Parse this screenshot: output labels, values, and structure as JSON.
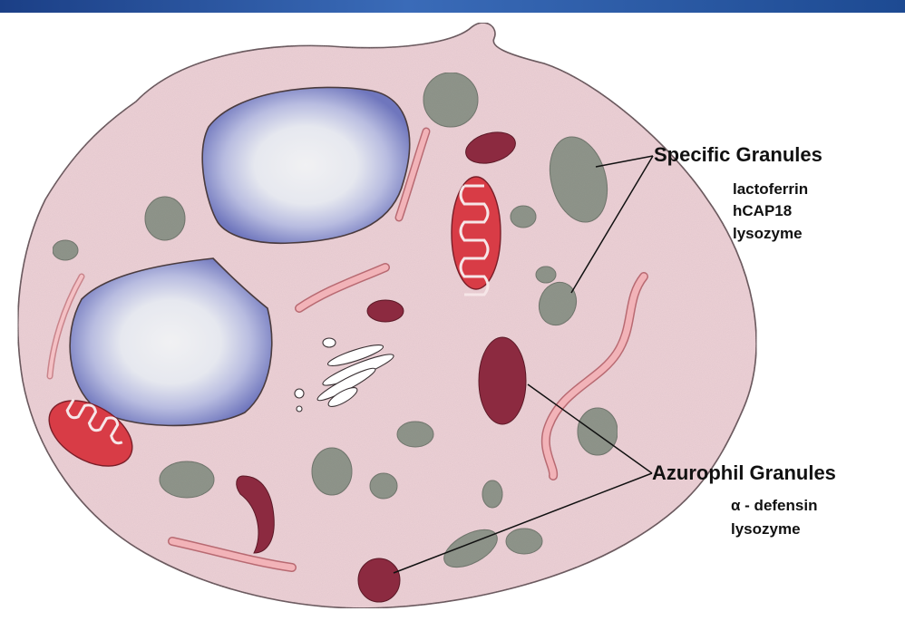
{
  "labels": {
    "specific": {
      "title": "Specific Granules",
      "contents": [
        "lactoferrin",
        "hCAP18",
        "lysozyme"
      ]
    },
    "azurophil": {
      "title": "Azurophil Granules",
      "contents": [
        "α - defensin",
        "lysozyme"
      ]
    }
  },
  "colors": {
    "header_bar": "#2a5aa6",
    "cytoplasm": "#efd3d8",
    "cell_outline": "#4a3b3e",
    "nucleus_fill": "#7f86c6",
    "nucleus_core": "#eceef2",
    "specific_granule": "#8a8d84",
    "azurophil_granule": "#8c2a40",
    "mitochondrion": "#d83c46",
    "rough_er": "#e8a6ab"
  }
}
